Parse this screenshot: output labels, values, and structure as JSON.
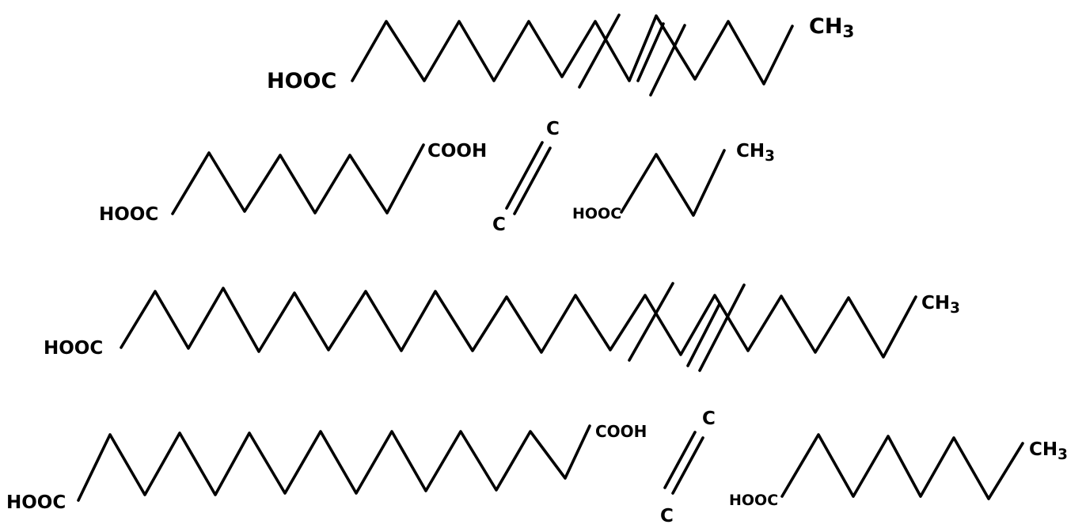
{
  "structures": [
    {
      "id": "chain-1",
      "left_group": "HOOC",
      "right_group": "CH3",
      "marked_double_bond": true
    },
    {
      "id": "products-1",
      "fragment_a": {
        "left_group": "HOOC",
        "right_group": "COOH"
      },
      "alkene": {
        "top_atom": "C",
        "bottom_atom": "C"
      },
      "fragment_b": {
        "left_group": "HOOC",
        "right_group": "CH3"
      }
    },
    {
      "id": "chain-2",
      "left_group": "HOOC",
      "right_group": "CH3",
      "marked_double_bond": true
    },
    {
      "id": "products-2",
      "fragment_a": {
        "left_group": "HOOC",
        "right_group": "COOH"
      },
      "alkene": {
        "top_atom": "C",
        "bottom_atom": "C"
      },
      "fragment_b": {
        "left_group": "HOOC",
        "right_group": "CH3"
      }
    }
  ]
}
